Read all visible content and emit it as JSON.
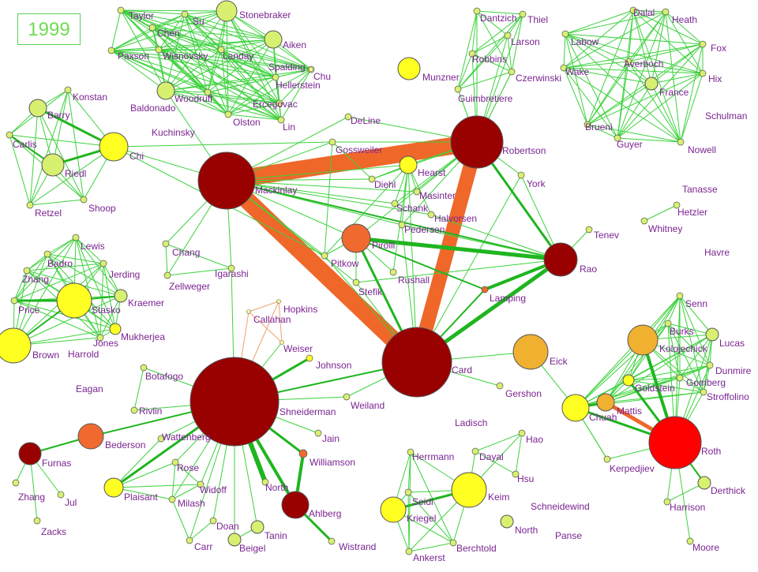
{
  "year": "1999",
  "colors": {
    "edge_thin": "#3dd23d",
    "edge_thick": "#1fb51f",
    "edge_strong": "#f0672a",
    "edge_weak_orange": "#f0a070",
    "label": "#7a2490",
    "node_yellow": "#ffff22",
    "node_lightyellow": "#eef07a",
    "node_orange": "#f0b030",
    "node_darkorange": "#f06a30",
    "node_red": "#ff0000",
    "node_darkred": "#990000",
    "node_green": "#d8f070"
  },
  "nodes": [
    {
      "id": "Taylor",
      "label": "Taylor"
    },
    {
      "id": "Su",
      "label": "Su"
    },
    {
      "id": "Stonebraker",
      "label": "Stonebraker"
    },
    {
      "id": "Chen",
      "label": "Chen"
    },
    {
      "id": "Aiken",
      "label": "Aiken"
    },
    {
      "id": "Paxson",
      "label": "Paxson"
    },
    {
      "id": "Wisnovsky",
      "label": "Wisnovsky"
    },
    {
      "id": "Landay",
      "label": "Landay"
    },
    {
      "id": "Spalding",
      "label": "Spalding"
    },
    {
      "id": "Chu",
      "label": "Chu"
    },
    {
      "id": "Hellerstein",
      "label": "Hellerstein"
    },
    {
      "id": "Baldonado",
      "label": "Baldonado"
    },
    {
      "id": "Woodruff",
      "label": "Woodruff"
    },
    {
      "id": "Ercegovac",
      "label": "Ercegovac"
    },
    {
      "id": "Olston",
      "label": "Olston"
    },
    {
      "id": "Lin",
      "label": "Lin"
    },
    {
      "id": "Kuchinsky",
      "label": "Kuchinsky"
    },
    {
      "id": "Konstan",
      "label": "Konstan"
    },
    {
      "id": "Barry",
      "label": "Barry"
    },
    {
      "id": "Carlis",
      "label": "Carlis"
    },
    {
      "id": "Chi",
      "label": "Chi"
    },
    {
      "id": "Riedl",
      "label": "Riedl"
    },
    {
      "id": "Retzel",
      "label": "Retzel"
    },
    {
      "id": "Shoop",
      "label": "Shoop"
    },
    {
      "id": "Dantzich",
      "label": "Dantzich"
    },
    {
      "id": "Thiel",
      "label": "Thiel"
    },
    {
      "id": "Larson",
      "label": "Larson"
    },
    {
      "id": "Robbins",
      "label": "Robbins"
    },
    {
      "id": "Czerwinski",
      "label": "Czerwinski"
    },
    {
      "id": "Munzner",
      "label": "Munzner"
    },
    {
      "id": "Guimbretiere",
      "label": "Guimbretiere"
    },
    {
      "id": "DeLine",
      "label": "DeLine"
    },
    {
      "id": "Robertson",
      "label": "Robertson"
    },
    {
      "id": "Gossweiler",
      "label": "Gossweiler"
    },
    {
      "id": "Hearst",
      "label": "Hearst"
    },
    {
      "id": "York",
      "label": "York"
    },
    {
      "id": "Mackinlay",
      "label": "Mackinlay"
    },
    {
      "id": "Diehl",
      "label": "Diehl"
    },
    {
      "id": "Masinter",
      "label": "Masinter"
    },
    {
      "id": "Schank",
      "label": "Schank"
    },
    {
      "id": "Halvorsen",
      "label": "Halvorsen"
    },
    {
      "id": "Pedersen",
      "label": "Pedersen"
    },
    {
      "id": "Dalal",
      "label": "Dalal"
    },
    {
      "id": "Heath",
      "label": "Heath"
    },
    {
      "id": "Labow",
      "label": "Labow"
    },
    {
      "id": "Fox",
      "label": "Fox"
    },
    {
      "id": "Wake",
      "label": "Wake"
    },
    {
      "id": "Averboch",
      "label": "Averboch"
    },
    {
      "id": "Hix",
      "label": "Hix"
    },
    {
      "id": "France",
      "label": "France"
    },
    {
      "id": "Brueni",
      "label": "Brueni"
    },
    {
      "id": "Schulman",
      "label": "Schulman"
    },
    {
      "id": "Guyer",
      "label": "Guyer"
    },
    {
      "id": "Nowell",
      "label": "Nowell"
    },
    {
      "id": "Tanasse",
      "label": "Tanasse"
    },
    {
      "id": "Hetzler",
      "label": "Hetzler"
    },
    {
      "id": "Whitney",
      "label": "Whitney"
    },
    {
      "id": "Tenev",
      "label": "Tenev"
    },
    {
      "id": "Havre",
      "label": "Havre"
    },
    {
      "id": "Rao",
      "label": "Rao"
    },
    {
      "id": "Pirolli",
      "label": "Pirolli"
    },
    {
      "id": "Pitkow",
      "label": "Pitkow"
    },
    {
      "id": "Rushall",
      "label": "Rushall"
    },
    {
      "id": "Stefik",
      "label": "Stefik"
    },
    {
      "id": "Lamping",
      "label": "Lamping"
    },
    {
      "id": "Lewis",
      "label": "Lewis"
    },
    {
      "id": "Badro",
      "label": "Badro"
    },
    {
      "id": "Jerding",
      "label": "Jerding"
    },
    {
      "id": "Zhang1",
      "label": "Zhang"
    },
    {
      "id": "Price",
      "label": "Price"
    },
    {
      "id": "Stasko",
      "label": "Stasko"
    },
    {
      "id": "Kraemer",
      "label": "Kraemer"
    },
    {
      "id": "Mukherjea",
      "label": "Mukherjea"
    },
    {
      "id": "Jones",
      "label": "Jones"
    },
    {
      "id": "Brown",
      "label": "Brown"
    },
    {
      "id": "Harrold",
      "label": "Harrold"
    },
    {
      "id": "Chang",
      "label": "Chang"
    },
    {
      "id": "Zellweger",
      "label": "Zellweger"
    },
    {
      "id": "Igarashi",
      "label": "Igarashi"
    },
    {
      "id": "Hopkins",
      "label": "Hopkins"
    },
    {
      "id": "Callahan",
      "label": "Callahan"
    },
    {
      "id": "Weiser",
      "label": "Weiser"
    },
    {
      "id": "Johnson",
      "label": "Johnson"
    },
    {
      "id": "Card",
      "label": "Card"
    },
    {
      "id": "Eick",
      "label": "Eick"
    },
    {
      "id": "Gershon",
      "label": "Gershon"
    },
    {
      "id": "Senn",
      "label": "Senn"
    },
    {
      "id": "Burks",
      "label": "Burks"
    },
    {
      "id": "Kolojechick",
      "label": "Kolojechick"
    },
    {
      "id": "Lucas",
      "label": "Lucas"
    },
    {
      "id": "Dunmire",
      "label": "Dunmire"
    },
    {
      "id": "Goldstein",
      "label": "Goldstein"
    },
    {
      "id": "Gomberg",
      "label": "Gomberg"
    },
    {
      "id": "Stroffolino",
      "label": "Stroffolino"
    },
    {
      "id": "Chuah",
      "label": "Chuah"
    },
    {
      "id": "Mattis",
      "label": "Mattis"
    },
    {
      "id": "Roth",
      "label": "Roth"
    },
    {
      "id": "Kerpedjiev",
      "label": "Kerpedjiev"
    },
    {
      "id": "Derthick",
      "label": "Derthick"
    },
    {
      "id": "Harrison",
      "label": "Harrison"
    },
    {
      "id": "Moore",
      "label": "Moore"
    },
    {
      "id": "Botafogo",
      "label": "Botafogo"
    },
    {
      "id": "Eagan",
      "label": "Eagan"
    },
    {
      "id": "Rivlin",
      "label": "Rivlin"
    },
    {
      "id": "Shneiderman",
      "label": "Shneiderman"
    },
    {
      "id": "Weiland",
      "label": "Weiland"
    },
    {
      "id": "Ladisch",
      "label": "Ladisch"
    },
    {
      "id": "Bederson",
      "label": "Bederson"
    },
    {
      "id": "Wattenberg",
      "label": "Wattenberg"
    },
    {
      "id": "Jain",
      "label": "Jain"
    },
    {
      "id": "Williamson",
      "label": "Williamson"
    },
    {
      "id": "Furnas",
      "label": "Furnas"
    },
    {
      "id": "Zhang2",
      "label": "Zhang"
    },
    {
      "id": "Jul",
      "label": "Jul"
    },
    {
      "id": "Zacks",
      "label": "Zacks"
    },
    {
      "id": "Rose",
      "label": "Rose"
    },
    {
      "id": "Plaisant",
      "label": "Plaisant"
    },
    {
      "id": "Widoff",
      "label": "Widoff"
    },
    {
      "id": "Milash",
      "label": "Milash"
    },
    {
      "id": "North1",
      "label": "North"
    },
    {
      "id": "Ahlberg",
      "label": "Ahlberg"
    },
    {
      "id": "Doan",
      "label": "Doan"
    },
    {
      "id": "Carr",
      "label": "Carr"
    },
    {
      "id": "Tanin",
      "label": "Tanin"
    },
    {
      "id": "Beigel",
      "label": "Beigel"
    },
    {
      "id": "Wistrand",
      "label": "Wistrand"
    },
    {
      "id": "Herrmann",
      "label": "Herrmann"
    },
    {
      "id": "Dayal",
      "label": "Dayal"
    },
    {
      "id": "Hao",
      "label": "Hao"
    },
    {
      "id": "Hsu",
      "label": "Hsu"
    },
    {
      "id": "Seidl",
      "label": "Seidl"
    },
    {
      "id": "Keim",
      "label": "Keim"
    },
    {
      "id": "Kriegel",
      "label": "Kriegel"
    },
    {
      "id": "Schneidewind",
      "label": "Schneidewind"
    },
    {
      "id": "North2",
      "label": "North"
    },
    {
      "id": "Panse",
      "label": "Panse"
    },
    {
      "id": "Berchtold",
      "label": "Berchtold"
    },
    {
      "id": "Ankerst",
      "label": "Ankerst"
    }
  ]
}
